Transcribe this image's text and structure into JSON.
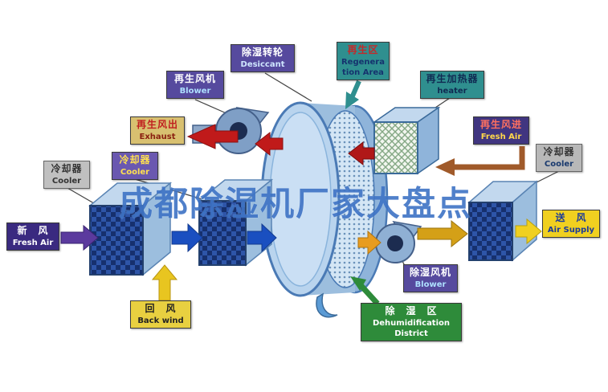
{
  "watermark": "成都除湿机厂家大盘点",
  "colors": {
    "wheel_blue": "#9cbede",
    "label_purple": "#564a9e",
    "label_teal": "#2f8f8f",
    "label_yellow": "#e8d040",
    "label_green": "#2e8b3a",
    "arrow_blue": "#1a4fc0",
    "arrow_red": "#c01a1a",
    "arrow_purple": "#5b3a9e",
    "arrow_orange": "#e89c20",
    "arrow_brown": "#a05a2a",
    "watermark_blue": "#2a64be"
  },
  "labels": {
    "regen_blower": {
      "zh": "再生风机",
      "en": "Blower"
    },
    "desiccant": {
      "zh": "除湿转轮",
      "en": "Desiccant"
    },
    "regen_area": {
      "zh": "再生区",
      "en": "Regeneration Area"
    },
    "regen_heater": {
      "zh": "再生加热器",
      "en": "heater"
    },
    "exhaust": {
      "zh": "再生风出",
      "en": "Exhaust"
    },
    "regen_fresh_air": {
      "zh": "再生风进",
      "en": "Fresh Air"
    },
    "cooler_left": {
      "zh": "冷却器",
      "en": "Cooler"
    },
    "cooler_mid": {
      "zh": "冷却器",
      "en": "Cooler"
    },
    "cooler_right": {
      "zh": "冷却器",
      "en": "Cooler"
    },
    "fresh_air": {
      "zh": "新　风",
      "en": "Fresh Air"
    },
    "air_supply": {
      "zh": "送　风",
      "en": "Air Supply"
    },
    "back_wind": {
      "zh": "回　风",
      "en": "Back wind"
    },
    "dehumid_blower": {
      "zh": "除湿风机",
      "en": "Blower"
    },
    "dehumid_district": {
      "zh": "除　湿　区",
      "en": "Dehumidification District"
    }
  }
}
